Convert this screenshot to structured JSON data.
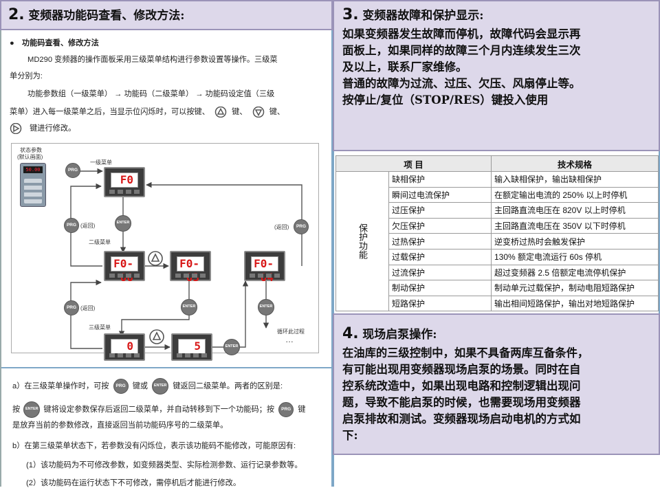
{
  "section2": {
    "number": "2.",
    "title": "变频器功能码查看、修改方法:",
    "doc": {
      "heading": "功能码查看、修改方法",
      "intro1": "MD290 变频器的操作面板采用三级菜单结构进行参数设置等操作。三级菜",
      "intro2": "单分别为:",
      "flow1": "功能参数组（一级菜单） → 功能码（二级菜单） → 功能码设定值（三级",
      "flow2_a": "菜单）进入每一级菜单之后，当显示位闪烁时，可以按键、",
      "flow2_b": "键、",
      "flow2_c": "键、",
      "flow3": "键进行修改。"
    },
    "diagram": {
      "status_label_1": "状态参数",
      "status_label_2": "(默认画面)",
      "level1_label": "一级菜单",
      "level2_label": "二级菜单",
      "level3_label": "三级菜单",
      "return_left_1": "(返回)",
      "return_left_2": "(返回)",
      "return_right": "(返回)",
      "loop_label": "循环此过程",
      "loop_dots": "…",
      "display_f0": "F0",
      "display_f000": "F0-00",
      "display_f003": "F0-03",
      "display_f004": "F0-04",
      "display_0": "0",
      "display_5": "5",
      "prg": "PRG",
      "enter": "ENTER",
      "drive_display": "50.00"
    },
    "notes": {
      "a1_a": "a）在三级菜单操作时，可按",
      "a1_b": "键或",
      "a1_c": "键返回二级菜单。两者的区别是:",
      "a2_a": "按",
      "a2_b": "键将设定参数保存后返回二级菜单，并自动转移到下一个功能码；按",
      "a2_c": "键",
      "a3": "是放弃当前的参数修改，直接返回当前功能码序号的二级菜单。",
      "b1": "b）在第三级菜单状态下，若参数没有闪烁位，表示该功能码不能修改，可能原因有:",
      "b2": "(1）该功能码为不可修改参数，如变频器类型、实际检测参数、运行记录参数等。",
      "b3": "(2）该功能码在运行状态下不可修改，需停机后才能进行修改。"
    }
  },
  "section3": {
    "number": "3.",
    "title": "变频器故障和保护显示:",
    "line1": "如果变频器发生故障而停机，故障代码会显示再",
    "line2": "面板上，如果同样的故障三个月内连续发生三次",
    "line3": "及以上，联系厂家维修。",
    "line4": "普通的故障为过流、过压、欠压、风扇停止等。",
    "line5": "按停止/复位（STOP/RES）键投入使用"
  },
  "table": {
    "col_item": "项 目",
    "col_spec": "技术规格",
    "group_label": "保护功能",
    "rows": [
      {
        "item": "缺相保护",
        "spec": "输入缺相保护，输出缺相保护"
      },
      {
        "item": "瞬间过电流保护",
        "spec": "在额定输出电流的 250% 以上时停机"
      },
      {
        "item": "过压保护",
        "spec": "主回路直流电压在 820V 以上时停机"
      },
      {
        "item": "欠压保护",
        "spec": "主回路直流电压在 350V 以下时停机"
      },
      {
        "item": "过热保护",
        "spec": "逆变桥过热时会触发保护"
      },
      {
        "item": "过载保护",
        "spec": "130% 额定电流运行 60s 停机"
      },
      {
        "item": "过流保护",
        "spec": "超过变频器 2.5 倍额定电流停机保护"
      },
      {
        "item": "制动保护",
        "spec": "制动单元过载保护，制动电阻短路保护"
      },
      {
        "item": "短路保护",
        "spec": "输出相间短路保护，输出对地短路保护"
      }
    ]
  },
  "section4": {
    "number": "4.",
    "title": "现场启泵操作:",
    "line1": "在油库的三级控制中，如果不具备两库互备条件，",
    "line2": "有可能出现用变频器现场启泵的场景。同时在自",
    "line3": "控系统改造中，如果出现电路和控制逻辑出现问",
    "line4": "题，导致不能启泵的时候，也需要现场用变频器",
    "line5": "启泵排故和测试。变频器现场启动电机的方式如",
    "line6": "下:"
  },
  "colors": {
    "header_bg": "#ddd8ea",
    "header_border": "#9a93b8",
    "lcd_red": "#d81818"
  },
  "icons": [
    "up-triangle-icon",
    "down-triangle-icon",
    "right-triangle-icon",
    "bullet-icon"
  ]
}
